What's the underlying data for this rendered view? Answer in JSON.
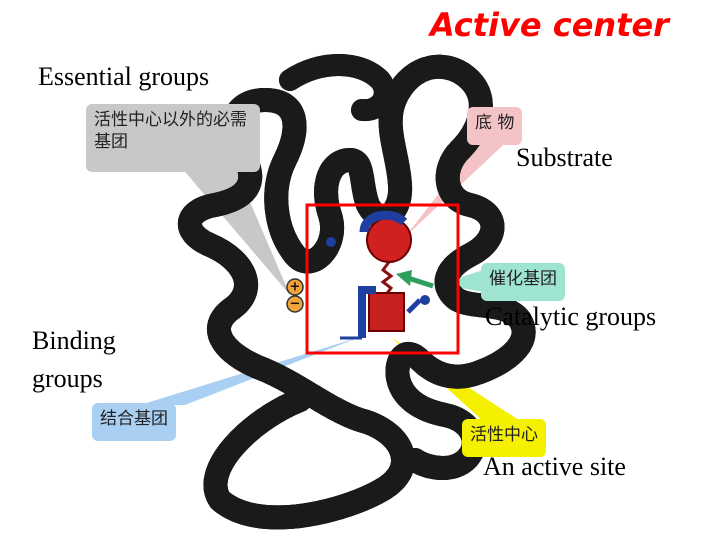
{
  "title": "Active center",
  "labels": {
    "essential": "Essential groups",
    "substrate": "Substrate",
    "catalytic": "Catalytic groups",
    "binding": "Binding groups",
    "active_site": "An active site"
  },
  "callouts": {
    "essential_cn": "活性中心以外的必需基团",
    "substrate_cn": "底 物",
    "catalytic_cn": "催化基团",
    "binding_cn": "结合基团",
    "active_site_cn": "活性中心"
  },
  "charges": {
    "plus": "+",
    "minus": "−"
  },
  "colors": {
    "title": "#ff0000",
    "active_box": "#ff0000",
    "essential_callout": "#c8c8c8",
    "substrate_callout": "#f4c3c6",
    "catalytic_callout": "#9fe3d1",
    "binding_callout": "#a9d0f2",
    "active_site_callout": "#f4f000",
    "substrate": "#d02020",
    "binding_group": "#1f3fa0",
    "catalytic_group": "#2f9f5f",
    "charge_fill": "#f2a33a"
  }
}
